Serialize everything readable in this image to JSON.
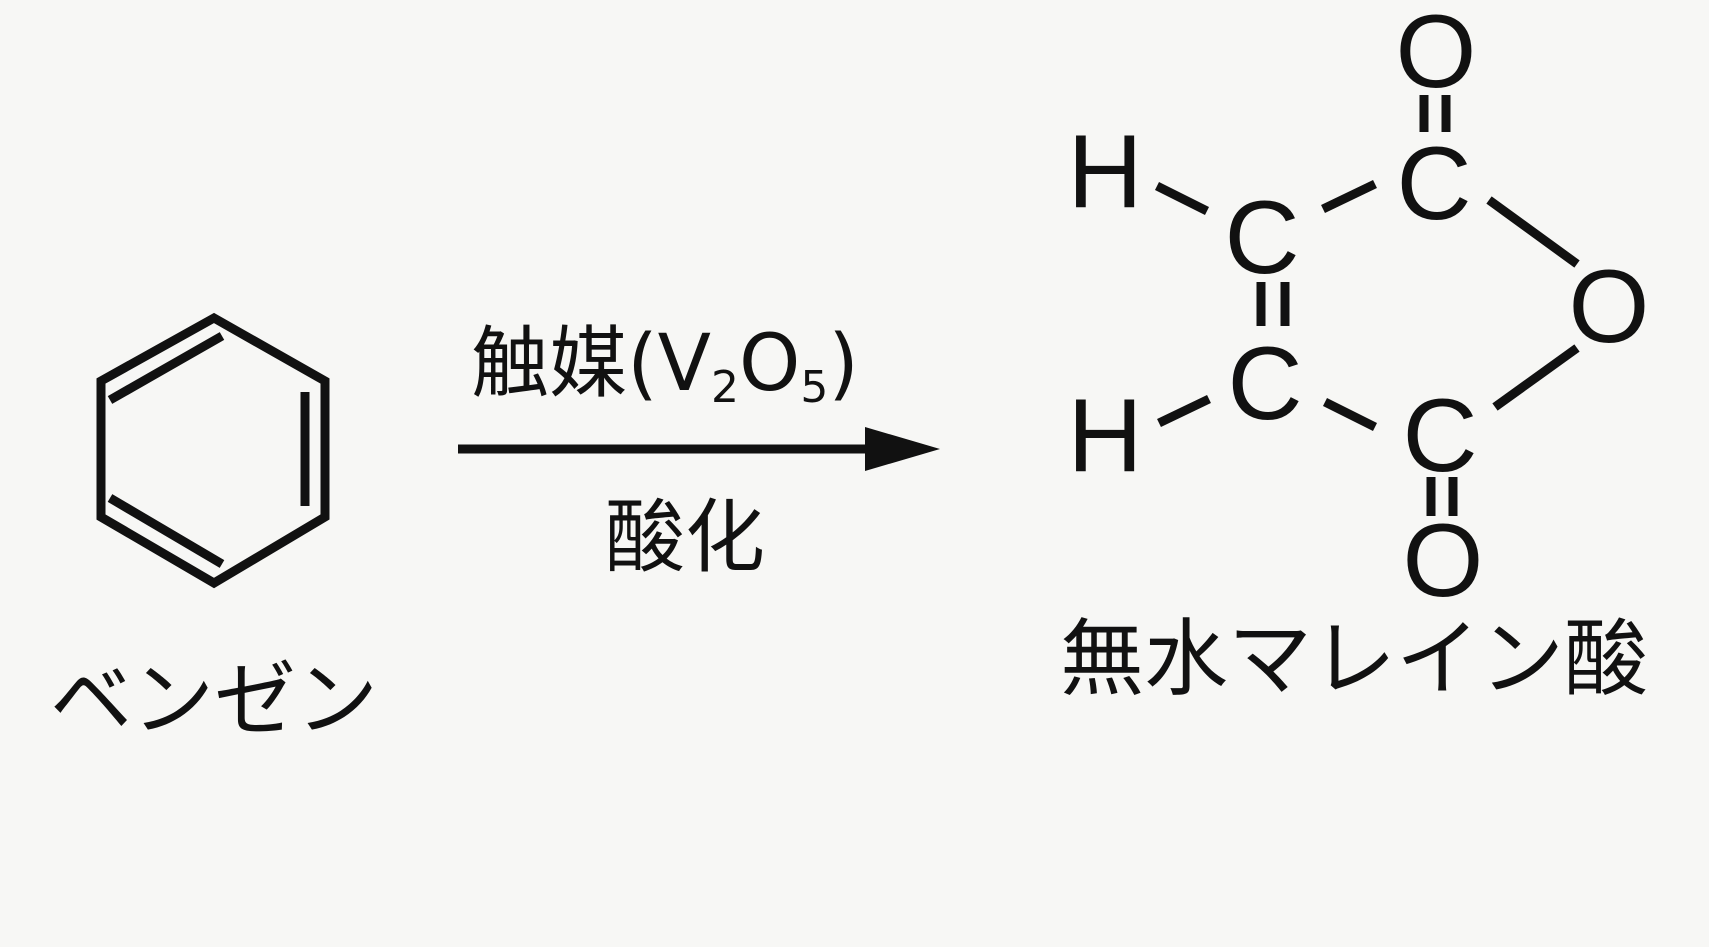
{
  "reactant": {
    "name": "ベンゼン"
  },
  "arrow": {
    "catalyst_label": "触媒",
    "catalyst_formula": {
      "v": "V",
      "v_sub": "2",
      "o": "O",
      "o_sub": "5"
    },
    "condition": "酸化"
  },
  "product": {
    "name": "無水マレイン酸",
    "atoms": {
      "o_top": "O",
      "c_top": "C",
      "h_top": "H",
      "c_upper": "C",
      "o_ring": "O",
      "c_lower": "C",
      "h_bottom": "H",
      "c_bottom": "C",
      "o_bottom": "O"
    }
  },
  "colors": {
    "ink": "#111111",
    "paper": "#f7f7f5"
  }
}
